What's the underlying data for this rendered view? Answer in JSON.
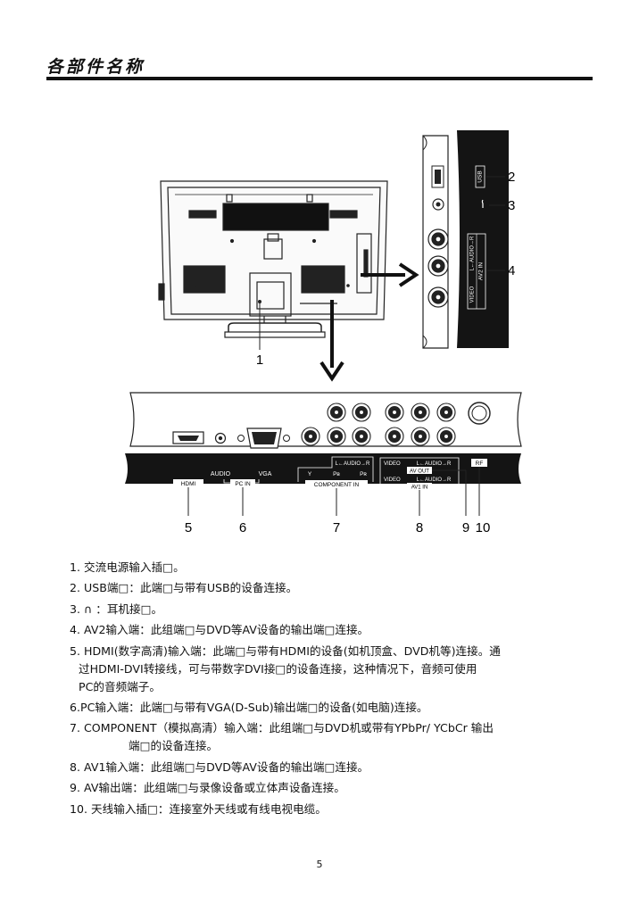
{
  "page": {
    "title": "各部件名称",
    "page_number": "5"
  },
  "callouts": [
    "1",
    "2",
    "3",
    "4",
    "5",
    "6",
    "7",
    "8",
    "9",
    "10"
  ],
  "side_panel": {
    "usb": "USB",
    "audio": "L←AUDIO→R",
    "av2_in": "AV2 IN",
    "video": "VIDEO"
  },
  "bottom_panel": {
    "hdmi": "HDMI",
    "audio": "AUDIO",
    "vga": "VGA",
    "pc_in": "PC IN",
    "comp_audio": "L←AUDIO→R",
    "y": "Y",
    "pb": "Pʙ",
    "pr": "Pʀ",
    "component_in": "COMPONENT IN",
    "video_out": "VIDEO",
    "audio_out": "L←AUDIO→R",
    "av_out": "AV OUT",
    "video_in": "VIDEO",
    "audio_in": "L←AUDIO→R",
    "av1_in": "AV1 IN",
    "rf": "RF"
  },
  "items": [
    {
      "lines": [
        "1. 交流电源输入插□。"
      ]
    },
    {
      "lines": [
        "2. USB端□：此端□与带有USB的设备连接。"
      ]
    },
    {
      "lines": [
        "3. ∩ ：耳机接□。"
      ]
    },
    {
      "lines": [
        "4. AV2输入端：此组端□与DVD等AV设备的输出端□连接。"
      ]
    },
    {
      "lines": [
        "5. HDMI(数字高清)输入端：此端□与带有HDMI的设备(如机顶盒、DVD机等)连接。通",
        "过HDMI-DVI转接线，可与带数字DVI接□的设备连接，这种情况下，音频可使用",
        "PC的音频端子。"
      ]
    },
    {
      "lines": [
        "6.PC输入端：此端□与带有VGA(D-Sub)输出端□的设备(如电脑)连接。"
      ]
    },
    {
      "lines": [
        "7. COMPONENT（模拟高清）输入端：此组端□与DVD机或带有YPbPr/ YCbCr 输出",
        "端□的设备连接。"
      ]
    },
    {
      "lines": [
        "8. AV1输入端：此组端□与DVD等AV设备的输出端□连接。"
      ]
    },
    {
      "lines": [
        "9. AV输出端：此组端□与录像设备或立体声设备连接。"
      ]
    },
    {
      "lines": [
        "10. 天线输入插□：连接室外天线或有线电视电缆。"
      ]
    }
  ]
}
